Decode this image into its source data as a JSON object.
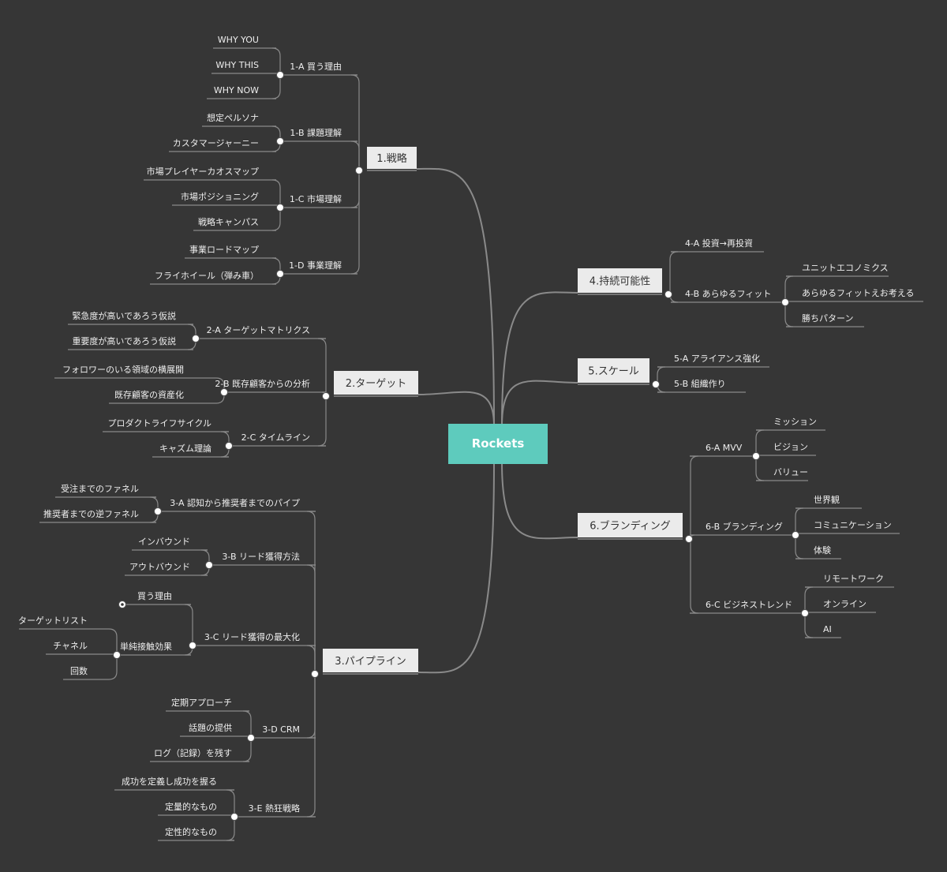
{
  "central": {
    "label": "Rockets",
    "color": "#5ecbbd"
  },
  "colors": {
    "background": "#363636",
    "line": "#8a8a8a",
    "branch_box": "#ebebeb",
    "text": "#eeeeee"
  },
  "branches": [
    {
      "label": "1.戦略",
      "children": [
        {
          "label": "1-A 買う理由",
          "children": [
            {
              "label": "WHY YOU"
            },
            {
              "label": "WHY THIS"
            },
            {
              "label": "WHY NOW"
            }
          ]
        },
        {
          "label": "1-B 課題理解",
          "children": [
            {
              "label": "想定ペルソナ"
            },
            {
              "label": "カスタマージャーニー"
            }
          ]
        },
        {
          "label": "1-C 市場理解",
          "children": [
            {
              "label": "市場プレイヤーカオスマップ"
            },
            {
              "label": "市場ポジショニング"
            },
            {
              "label": "戦略キャンパス"
            }
          ]
        },
        {
          "label": "1-D 事業理解",
          "children": [
            {
              "label": "事業ロードマップ"
            },
            {
              "label": "フライホイール（弾み車）"
            }
          ]
        }
      ]
    },
    {
      "label": "2.ターゲット",
      "children": [
        {
          "label": "2-A ターゲットマトリクス",
          "children": [
            {
              "label": "緊急度が高いであろう仮説"
            },
            {
              "label": "重要度が高いであろう仮説"
            }
          ]
        },
        {
          "label": "2-B 既存顧客からの分析",
          "children": [
            {
              "label": "フォロワーのいる領域の横展開"
            },
            {
              "label": "既存顧客の資産化"
            }
          ]
        },
        {
          "label": "2-C タイムライン",
          "children": [
            {
              "label": "プロダクトライフサイクル"
            },
            {
              "label": "キャズム理論"
            }
          ]
        }
      ]
    },
    {
      "label": "3.パイプライン",
      "children": [
        {
          "label": "3-A 認知から推奨者までのパイプ",
          "children": [
            {
              "label": "受注までのファネル"
            },
            {
              "label": "推奨者までの逆ファネル"
            }
          ]
        },
        {
          "label": "3-B リード獲得方法",
          "children": [
            {
              "label": "インバウンド"
            },
            {
              "label": "アウトバウンド"
            }
          ]
        },
        {
          "label": "3-C リード獲得の最大化",
          "children": [
            {
              "label": "買う理由"
            },
            {
              "label": "単純接触効果",
              "children": [
                {
                  "label": "ターゲットリスト"
                },
                {
                  "label": "チャネル"
                },
                {
                  "label": "回数"
                }
              ]
            }
          ]
        },
        {
          "label": "3-D CRM",
          "children": [
            {
              "label": "定期アプローチ"
            },
            {
              "label": "話題の提供"
            },
            {
              "label": "ログ（記録）を残す"
            }
          ]
        },
        {
          "label": "3-E 熱狂戦略",
          "children": [
            {
              "label": "成功を定義し成功を握る"
            },
            {
              "label": "定量的なもの"
            },
            {
              "label": "定性的なもの"
            }
          ]
        }
      ]
    },
    {
      "label": "4.持続可能性",
      "children": [
        {
          "label": "4-A 投資→再投資"
        },
        {
          "label": "4-B あらゆるフィット",
          "children": [
            {
              "label": "ユニットエコノミクス"
            },
            {
              "label": "あらゆるフィットえお考える"
            },
            {
              "label": "勝ちパターン"
            }
          ]
        }
      ]
    },
    {
      "label": "5.スケール",
      "children": [
        {
          "label": "5-A アライアンス強化"
        },
        {
          "label": "5-B 組織作り"
        }
      ]
    },
    {
      "label": "6.ブランディング",
      "children": [
        {
          "label": "6-A MVV",
          "children": [
            {
              "label": "ミッション"
            },
            {
              "label": "ビジョン"
            },
            {
              "label": "バリュー"
            }
          ]
        },
        {
          "label": "6-B ブランディング",
          "children": [
            {
              "label": "世界観"
            },
            {
              "label": "コミュニケーション"
            },
            {
              "label": "体験"
            }
          ]
        },
        {
          "label": "6-C ビジネストレンド",
          "children": [
            {
              "label": "リモートワーク"
            },
            {
              "label": "オンライン"
            },
            {
              "label": "AI"
            }
          ]
        }
      ]
    }
  ]
}
